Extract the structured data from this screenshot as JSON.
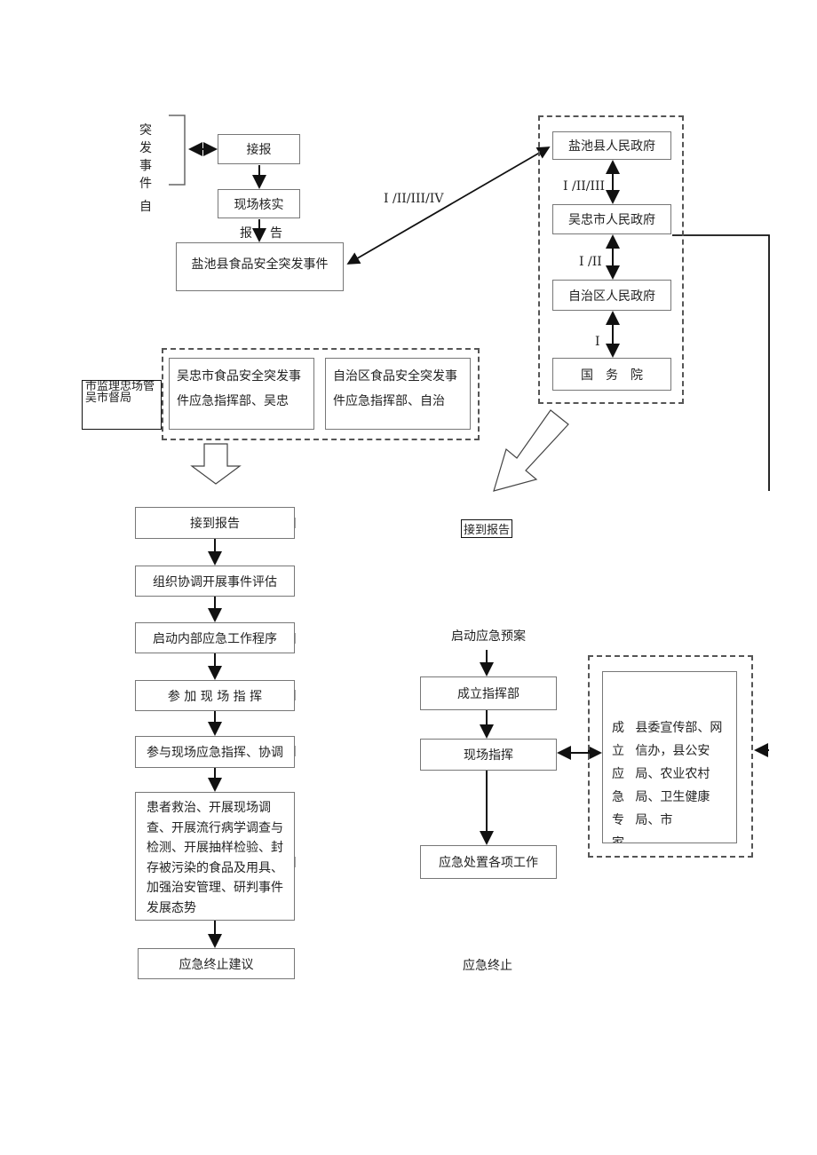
{
  "top_left": {
    "source_label_lines": [
      "突发",
      "事件",
      "自"
    ],
    "receive_report": "接报",
    "verify_on_site": "现场核实",
    "report_label": [
      "报",
      "告"
    ],
    "county_incident": "盐池县食品安全突发事件",
    "level_label_main": "I /II/III/IV"
  },
  "government_chain": {
    "boxes": [
      "盐池县人民政府",
      "吴忠市人民政府",
      "自治区人民政府",
      "国　务　院"
    ],
    "levels": [
      "I /II/III",
      "I /II",
      "I"
    ]
  },
  "middle": {
    "supervision_bureau": "市监理忠场管吴市督局",
    "city_hq": "吴忠市食品安全突发事件应急指挥部、吴忠",
    "region_hq": "自治区食品安全突发事件应急指挥部、自治"
  },
  "left_flow": {
    "steps": [
      "接到报告",
      "组织协调开展事件评估",
      "启动内部应急工作程序",
      "参 加 现 场 指 挥",
      "参与现场应急指挥、协调",
      "患者救治、开展现场调查、开展流行病学调查与检测、开展抽样检验、封存被污染的食品及用具、加强治安管理、研判事件发展态势",
      "应急终止建议"
    ]
  },
  "right_flow": {
    "report_received": "接到报告",
    "activate_plan": "启动应急预案",
    "establish_hq": "成立指挥部",
    "on_site_command": "现场指挥",
    "emergency_work": "应急处置各项工作",
    "expert_group_title": "成立应急专家组",
    "expert_group_members": "县委宣传部、网信办，县公安局、农业农村局、卫生健康局、市",
    "terminate": "应急终止"
  }
}
